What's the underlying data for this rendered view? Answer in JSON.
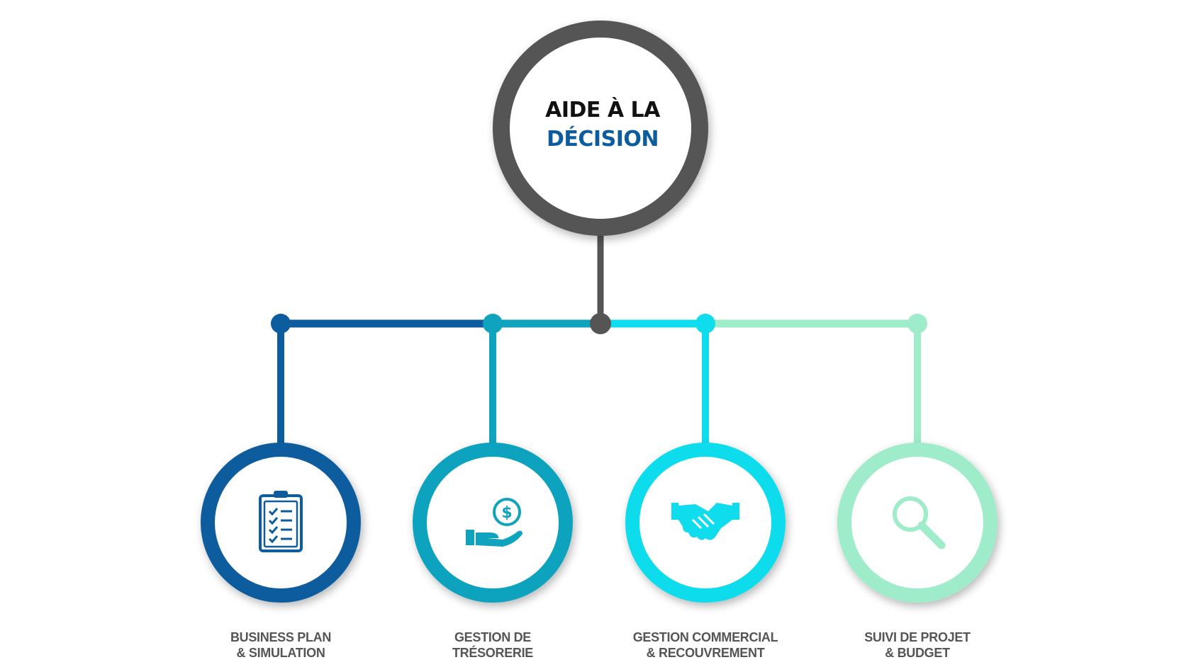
{
  "root": {
    "line1": "AIDE À LA",
    "line2": "DÉCISION",
    "ring_color": "#555555"
  },
  "colors": {
    "branch_1": "#0d5d9e",
    "branch_2": "#10a3be",
    "branch_3": "#0fdcec",
    "branch_4": "#9eecc9",
    "caption_text": "#555555"
  },
  "branches": [
    {
      "line1": "BUSINESS PLAN",
      "line2": "& SIMULATION",
      "icon": "clipboard-checklist-icon"
    },
    {
      "line1": "GESTION DE",
      "line2": "TRÉSORERIE",
      "icon": "hand-dollar-coin-icon"
    },
    {
      "line1": "GESTION COMMERCIAL",
      "line2": "& RECOUVREMENT",
      "icon": "handshake-icon"
    },
    {
      "line1": "SUIVI DE PROJET",
      "line2": "& BUDGET",
      "icon": "magnifier-icon"
    }
  ]
}
